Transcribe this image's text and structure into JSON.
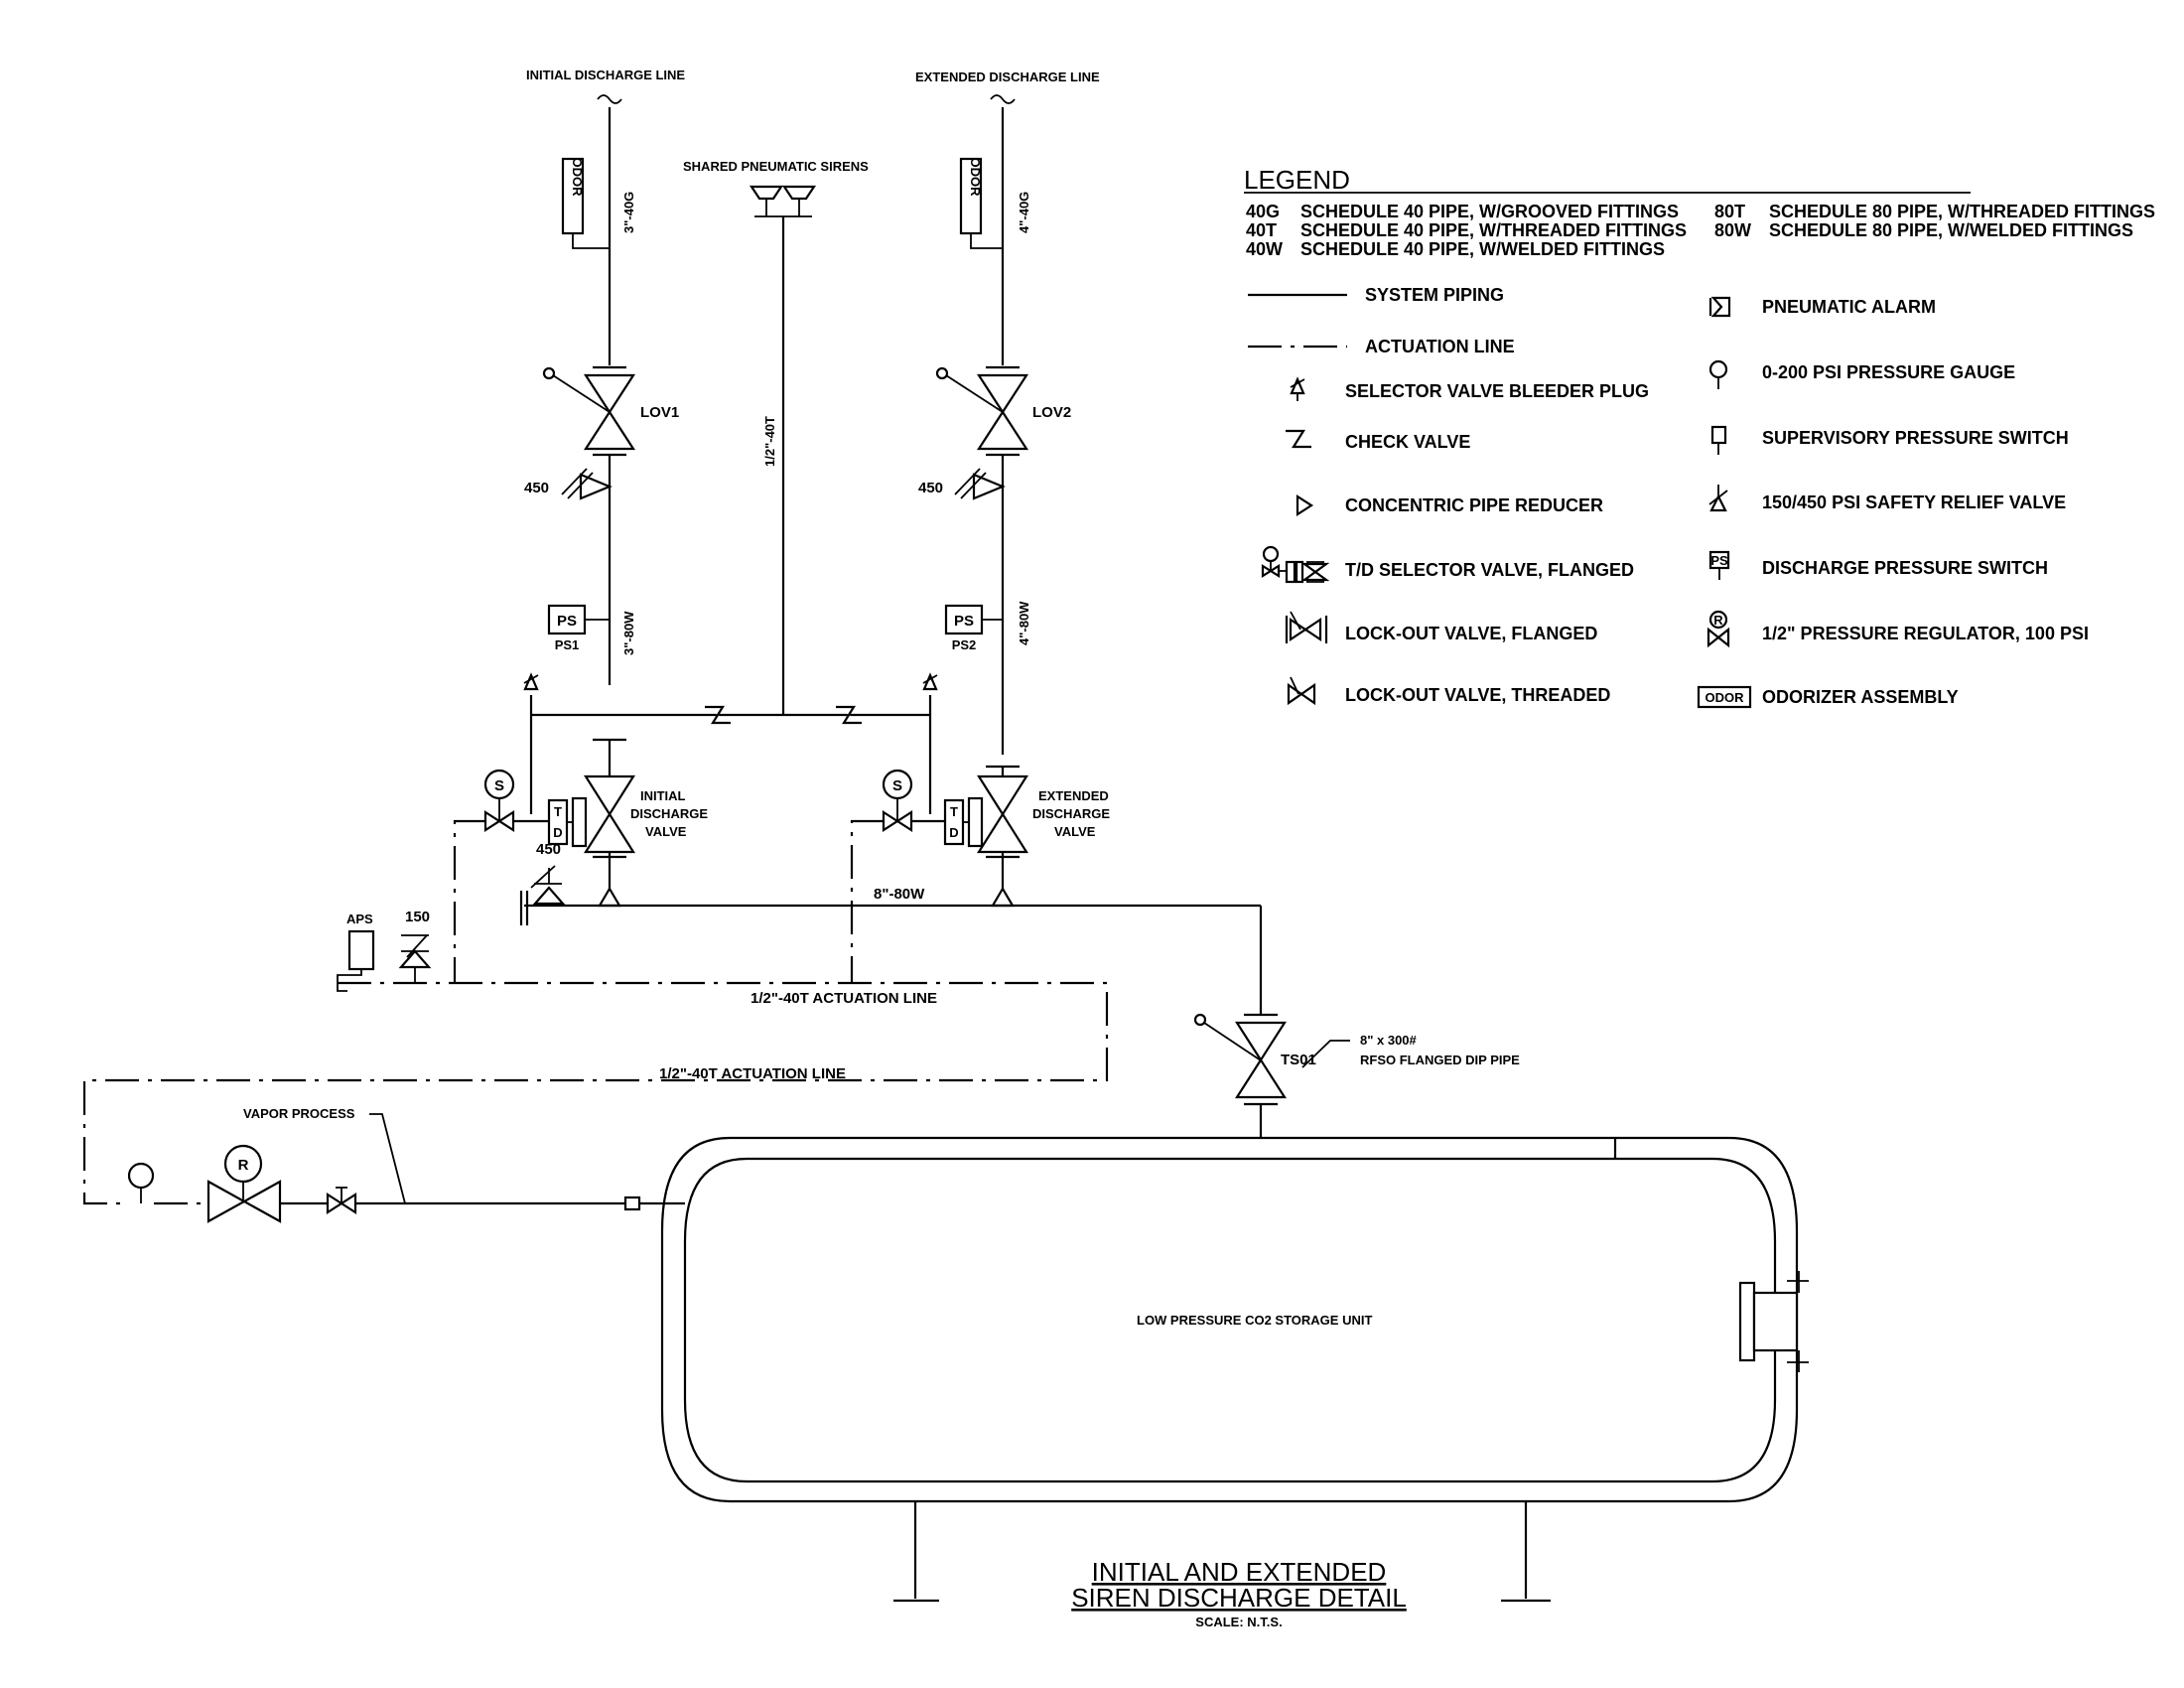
{
  "drawing": {
    "title_line1": "INITIAL AND EXTENDED",
    "title_line2": "SIREN DISCHARGE DETAIL",
    "scale": "SCALE: N.T.S."
  },
  "lines": {
    "initial_discharge": "INITIAL DISCHARGE LINE",
    "extended_discharge": "EXTENDED DISCHARGE LINE",
    "shared_sirens": "SHARED PNEUMATIC SIRENS",
    "vapor_process": "VAPOR PROCESS",
    "actuation_upper": "1/2\"-40T ACTUATION LINE",
    "actuation_lower": "1/2\"-40T ACTUATION LINE"
  },
  "pipe_sizes": {
    "left_upper": "3\"-40G",
    "right_upper": "4\"-40G",
    "center": "1/2\"-40T",
    "left_lower": "3\"-80W",
    "right_lower": "4\"-80W",
    "manifold": "8\"-80W"
  },
  "tags": {
    "odor": "ODOR",
    "lov1": "LOV1",
    "lov2": "LOV2",
    "relief_450_left": "450",
    "relief_450_right": "450",
    "relief_450_manifold": "450",
    "relief_150": "150",
    "ps": "PS",
    "ps1": "PS1",
    "ps2": "PS2",
    "solenoid": "S",
    "td_t": "T",
    "td_d": "D",
    "aps": "APS",
    "regulator": "R",
    "ts01": "TS01",
    "dip_pipe_1": "8\" x 300#",
    "dip_pipe_2": "RFSO FLANGED DIP PIPE",
    "storage_unit": "LOW PRESSURE CO2 STORAGE UNIT"
  },
  "valves": {
    "initial": [
      "INITIAL",
      "DISCHARGE",
      "VALVE"
    ],
    "extended": [
      "EXTENDED",
      "DISCHARGE",
      "VALVE"
    ]
  },
  "legend": {
    "title": "LEGEND",
    "pipe_codes_left": [
      {
        "code": "40G",
        "desc": "SCHEDULE 40 PIPE, W/GROOVED FITTINGS"
      },
      {
        "code": "40T",
        "desc": "SCHEDULE 40 PIPE, W/THREADED FITTINGS"
      },
      {
        "code": "40W",
        "desc": "SCHEDULE 40 PIPE, W/WELDED FITTINGS"
      }
    ],
    "pipe_codes_right": [
      {
        "code": "80T",
        "desc": "SCHEDULE 80 PIPE, W/THREADED FITTINGS"
      },
      {
        "code": "80W",
        "desc": "SCHEDULE 80 PIPE, W/WELDED FITTINGS"
      }
    ],
    "symbols_left": [
      "SYSTEM PIPING",
      "ACTUATION LINE",
      "SELECTOR VALVE BLEEDER PLUG",
      "CHECK VALVE",
      "CONCENTRIC PIPE REDUCER",
      "T/D SELECTOR VALVE, FLANGED",
      "LOCK-OUT VALVE, FLANGED",
      "LOCK-OUT VALVE, THREADED"
    ],
    "symbols_right": [
      "PNEUMATIC ALARM",
      "0-200 PSI PRESSURE GAUGE",
      "SUPERVISORY PRESSURE SWITCH",
      "150/450 PSI SAFETY RELIEF VALVE",
      "DISCHARGE PRESSURE SWITCH",
      "1/2\" PRESSURE REGULATOR, 100 PSI",
      "ODORIZER ASSEMBLY"
    ],
    "odor_box": "ODOR",
    "ps_box": "PS",
    "reg_letter": "R"
  }
}
